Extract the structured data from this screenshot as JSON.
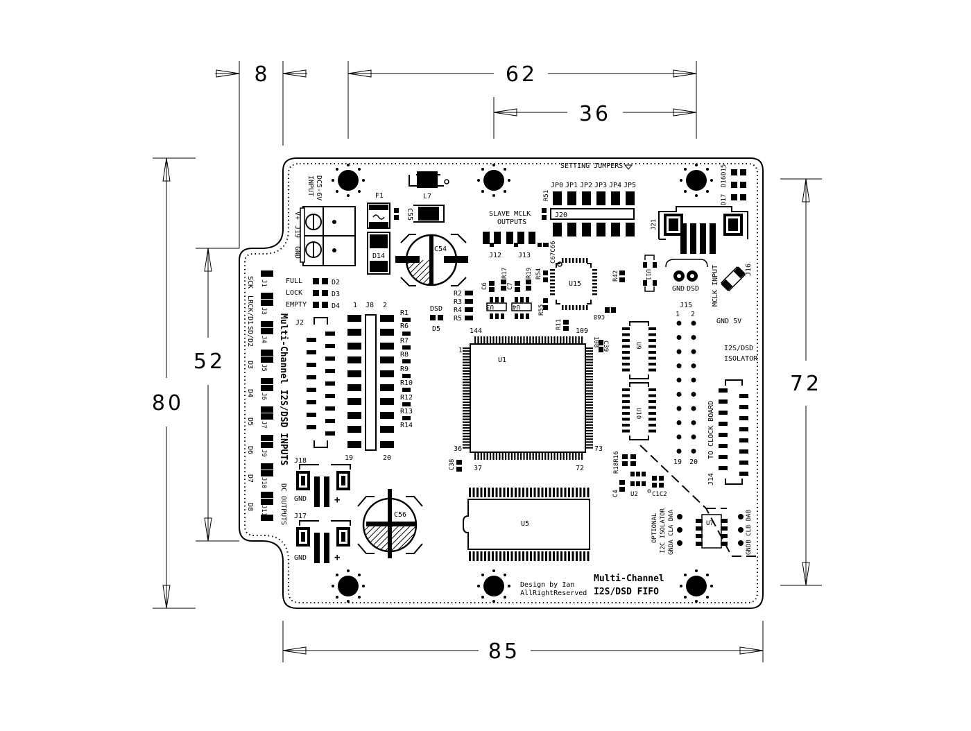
{
  "dimensions": {
    "d8": "8",
    "d62": "62",
    "d36": "36",
    "d52": "52",
    "d80": "80",
    "d72": "72",
    "d85": "85"
  },
  "labels": {
    "setting_jumpers": "SETTING JUMPERS",
    "jp0": "JP0",
    "jp1": "JP1",
    "jp2": "JP2",
    "jp3": "JP3",
    "jp4": "JP4",
    "jp5": "JP5",
    "j20": "J20",
    "r51": "R51",
    "j21": "J21",
    "d17": "D17",
    "d16": "D16",
    "d15": "D15",
    "dc_input_1": "DC5-6V",
    "dc_input_2": "INPUT",
    "vplus": "V+",
    "j19": "J19",
    "gnd_j19": "GND",
    "f1": "F1",
    "l7": "L7",
    "c55": "C55",
    "d14": "D14",
    "c54": "C54",
    "slave_mclk_1": "SLAVE MCLK",
    "slave_mclk_2": "OUTPUTS",
    "j12": "J12",
    "j13": "J13",
    "c67c66": "C67C66",
    "full": "FULL",
    "lock": "LOCK",
    "empty": "EMPTY",
    "d2": "D2",
    "d3": "D3",
    "d4": "D4",
    "j1": "J1",
    "j3": "J3",
    "j4": "J4",
    "j5": "J5",
    "j6": "J6",
    "j7": "J7",
    "j9": "J9",
    "j10": "J10",
    "j11": "J11",
    "sck": "SCK",
    "lrck": "LRCK/D1",
    "sd": "SD/D2",
    "d3s": "D3",
    "d4s": "D4",
    "d5s": "D5",
    "d6s": "D6",
    "d7s": "D7",
    "d8s": "D8",
    "inputs_title": "Multi-Channel I2S/DSD INPUTS",
    "dc_outputs": "DC OUTPUTS",
    "j2": "J2",
    "j8": "J8",
    "j8_1": "1",
    "j8_2": "2",
    "j8_19": "19",
    "j8_20": "20",
    "r1": "R1",
    "r6": "R6",
    "r7": "R7",
    "r8": "R8",
    "r9": "R9",
    "r10": "R10",
    "r12": "R12",
    "r13": "R13",
    "r14": "R14",
    "r2": "R2",
    "r3": "R3",
    "r4": "R4",
    "r5": "R5",
    "dsd_led": "DSD",
    "d5": "D5",
    "c6": "C6",
    "r17": "R17",
    "c7": "C7",
    "r19": "R19",
    "r54": "R54",
    "r55": "R55",
    "u3": "U3",
    "u4": "U4",
    "u15": "U15",
    "r42": "R42",
    "u11": "U11",
    "c68": "C68",
    "r11": "R11",
    "gnd_dsd_1": "GND",
    "gnd_dsd_2": "DSD",
    "mclk_input": "MCLK INPUT",
    "j16": "J16",
    "j15": "J15",
    "j15_1": "1",
    "j15_2": "2",
    "j15_19": "19",
    "j15_20": "20",
    "gnd_5v": "GND 5V",
    "i2s_iso_1": "I2S/DSD",
    "i2s_iso_2": "ISOLATOR",
    "to_clock_board": "TO CLOCK BOARD",
    "j14": "J14",
    "u9": "U9",
    "u10": "U10",
    "c39": "C39",
    "u1": "U1",
    "pin144": "144",
    "pin109": "109",
    "pin108": "108",
    "pin1": "1",
    "pin36": "36",
    "pin37": "37",
    "pin72": "72",
    "pin73": "73",
    "c38": "C38",
    "r18r16": "R18R16",
    "c4": "C4",
    "u2": "U2",
    "c1c2": "C1C2",
    "u5": "U5",
    "c56": "C56",
    "j18": "J18",
    "j17": "J17",
    "gnd_j18": "GND",
    "gnd_j17": "GND",
    "plus1": "+",
    "plus2": "+",
    "opt_1": "OPTIONAL",
    "opt_2": "I2C ISOLATOR",
    "opt_3": "GNDA CLA DAA",
    "u7": "U7",
    "gndb": "GNDB CLB DAB",
    "design_1": "Design by Ian",
    "design_2": "AllRightReserved",
    "board_title_1": "Multi-Channel",
    "board_title_2": "I2S/DSD FIFO"
  }
}
